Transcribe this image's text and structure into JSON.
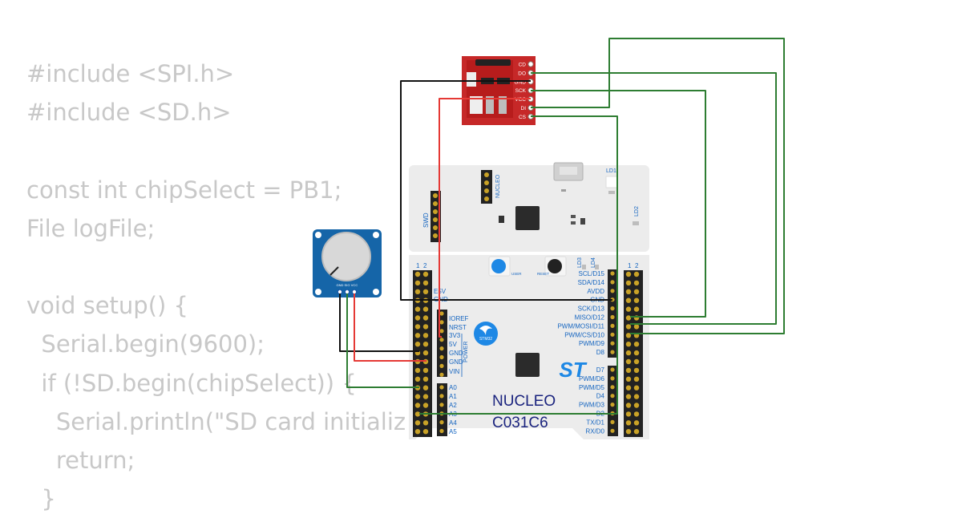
{
  "code": {
    "lines": [
      "#include <SPI.h>",
      "#include <SD.h>",
      "",
      "const int chipSelect = PB1;",
      "File logFile;",
      "",
      "void setup() {",
      "  Serial.begin(9600);",
      "  if (!SD.begin(chipSelect)) {",
      "    Serial.println(\"SD card initializ",
      "    return;",
      "  }"
    ]
  },
  "sd_module": {
    "pins": [
      "CD",
      "DO",
      "GND",
      "SCK",
      "VCC",
      "DI",
      "CS"
    ],
    "color": "#c62828"
  },
  "potentiometer": {
    "pins": [
      "GND",
      "SIG",
      "VCC"
    ],
    "color": "#1565a8"
  },
  "board": {
    "name": "NUCLEO",
    "model": "C031C6",
    "logo": "ST",
    "mcu_label": "STM32",
    "swd_label": "SWD",
    "nucleo_label": "NUCLEO",
    "user_label": "USER",
    "reset_label": "RESET",
    "power_label": "POWER",
    "header_nums_left": [
      "1",
      "2"
    ],
    "header_nums_right": [
      "1",
      "2"
    ],
    "led_labels": [
      "LD1",
      "LD2",
      "LD3",
      "LD4"
    ],
    "left_labels": [
      "E5V",
      "GND",
      "IOREF",
      "NRST",
      "3V3",
      "5V",
      "GND",
      "GND",
      "VIN",
      "A0",
      "A1",
      "A2",
      "A3",
      "A4",
      "A5"
    ],
    "right_labels": [
      "SCL/D15",
      "SDA/D14",
      "AVDD",
      "GND",
      "SCK/D13",
      "MISO/D12",
      "PWM/MOSI/D11",
      "PWM/CS/D10",
      "PWM/D9",
      "D8",
      "D7",
      "PWM/D6",
      "PWM/D5",
      "D4",
      "PWM/D3",
      "D2",
      "TX/D1",
      "RX/D0"
    ]
  },
  "wires": [
    {
      "from": "SD.GND",
      "to": "Board.GND",
      "color": "#111111"
    },
    {
      "from": "SD.VCC",
      "to": "Board.3V3",
      "color": "#e53935"
    },
    {
      "from": "SD.DO",
      "to": "Board.D12",
      "color": "#2e7d32"
    },
    {
      "from": "SD.SCK",
      "to": "Board.D13",
      "color": "#2e7d32"
    },
    {
      "from": "SD.DI",
      "to": "Board.D11",
      "color": "#2e7d32"
    },
    {
      "from": "SD.CS",
      "to": "Board.D2",
      "color": "#2e7d32"
    },
    {
      "from": "Pot.GND",
      "to": "Board.GND",
      "color": "#111111"
    },
    {
      "from": "Pot.SIG",
      "to": "Board.A0",
      "color": "#2e7d32"
    },
    {
      "from": "Pot.VCC",
      "to": "Board.5V",
      "color": "#e53935"
    }
  ]
}
